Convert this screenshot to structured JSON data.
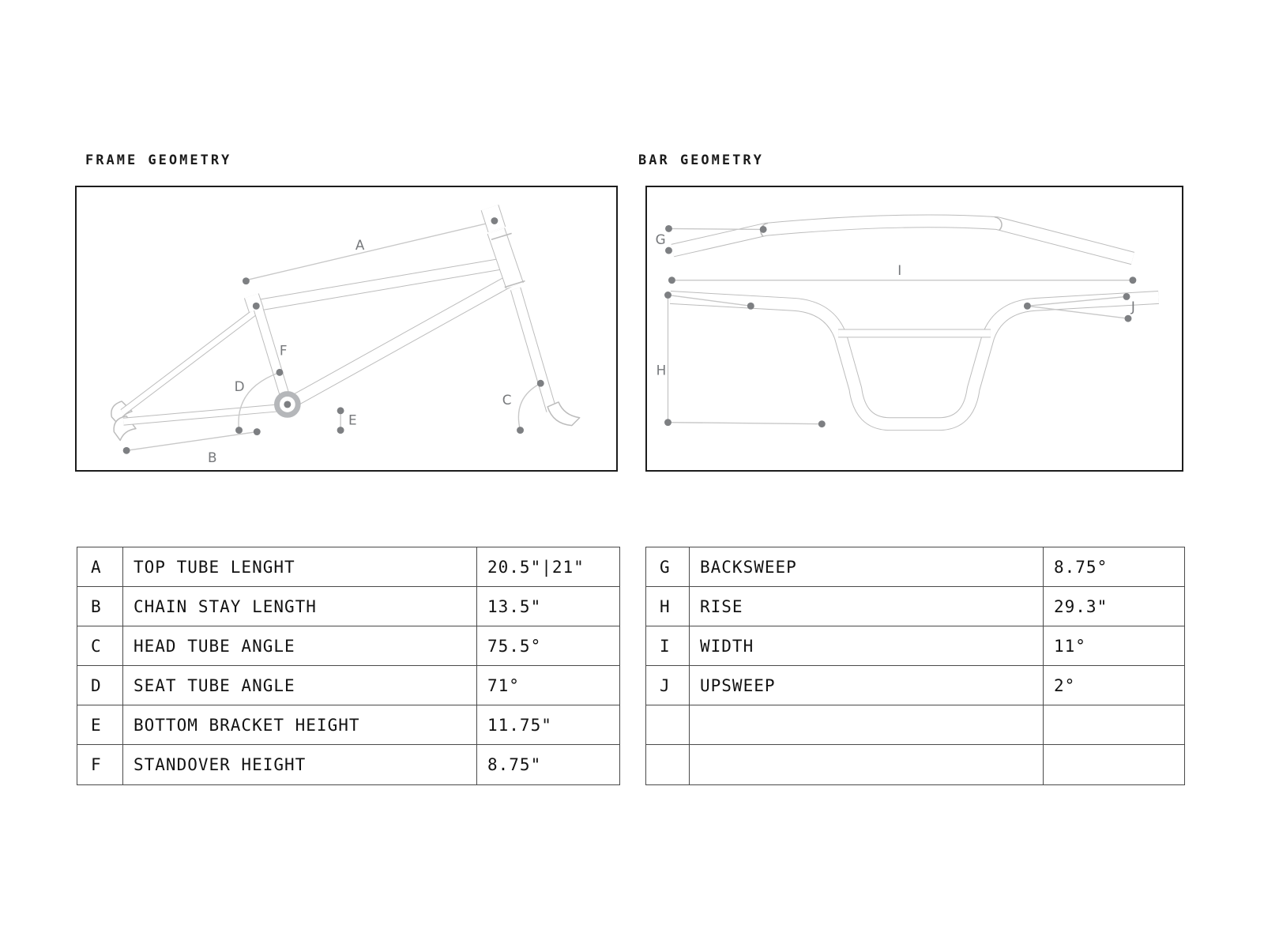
{
  "frame_section": {
    "title": "FRAME GEOMETRY"
  },
  "bar_section": {
    "title": "BAR GEOMETRY"
  },
  "frame_diagram": {
    "labels": {
      "a": "A",
      "b": "B",
      "c": "C",
      "d": "D",
      "e": "E",
      "f": "F"
    }
  },
  "bar_diagram": {
    "labels": {
      "g": "G",
      "h": "H",
      "i": "I",
      "j": "J"
    }
  },
  "frame_table": {
    "rows": [
      {
        "key": "A",
        "name": "TOP TUBE LENGHT",
        "value": "20.5\"|21\""
      },
      {
        "key": "B",
        "name": "CHAIN STAY LENGTH",
        "value": "13.5\""
      },
      {
        "key": "C",
        "name": "HEAD TUBE ANGLE",
        "value": "75.5°"
      },
      {
        "key": "D",
        "name": "SEAT TUBE ANGLE",
        "value": "71°"
      },
      {
        "key": "E",
        "name": "BOTTOM BRACKET HEIGHT",
        "value": "11.75\""
      },
      {
        "key": "F",
        "name": "STANDOVER HEIGHT",
        "value": "8.75\""
      }
    ]
  },
  "bar_table": {
    "rows": [
      {
        "key": "G",
        "name": "BACKSWEEP",
        "value": "8.75°"
      },
      {
        "key": "H",
        "name": "RISE",
        "value": "29.3\""
      },
      {
        "key": "I",
        "name": "WIDTH",
        "value": "11°"
      },
      {
        "key": "J",
        "name": "UPSWEEP",
        "value": "2°"
      },
      {
        "key": "",
        "name": "",
        "value": ""
      },
      {
        "key": "",
        "name": "",
        "value": ""
      }
    ]
  },
  "colors": {
    "diagram_line": "#bcbcbc",
    "dimension_line": "#c8c8c8",
    "dimension_dot": "#7d7f82",
    "table_border": "#4a4a4a",
    "panel_border": "#1c1c1c",
    "text": "#121212"
  }
}
